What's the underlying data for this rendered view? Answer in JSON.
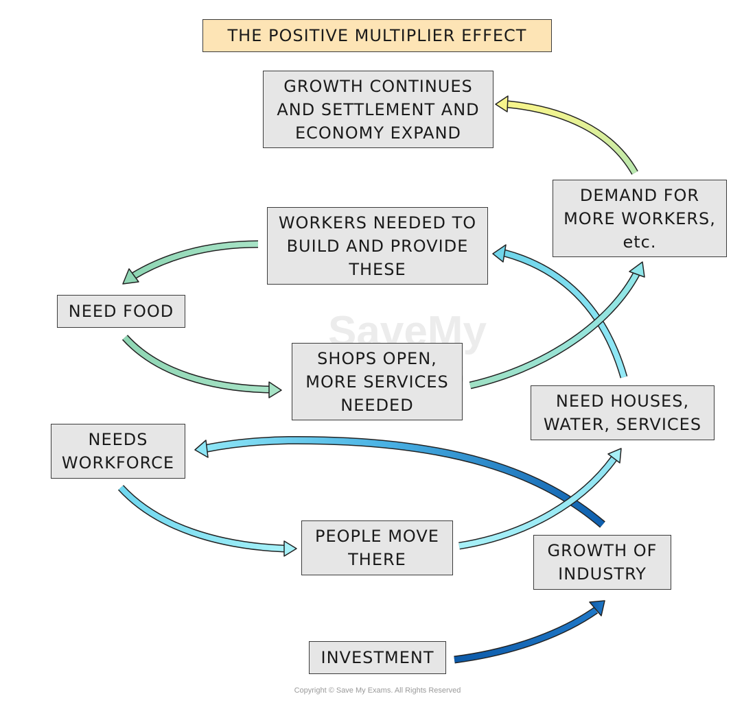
{
  "title": "THE POSITIVE MULTIPLIER EFFECT",
  "watermark": "SaveMy Exams",
  "copyright": "Copyright © Save My Exams. All Rights Reserved",
  "boxes": {
    "growth_continues": "GROWTH CONTINUES\nAND SETTLEMENT AND\nECONOMY EXPAND",
    "demand_workers": "DEMAND FOR\nMORE WORKERS,\netc.",
    "workers_needed": "WORKERS NEEDED TO\nBUILD AND PROVIDE\nTHESE",
    "need_food": "NEED FOOD",
    "shops_open": "SHOPS OPEN,\nMORE SERVICES\nNEEDED",
    "need_houses": "NEED HOUSES,\nWATER, SERVICES",
    "needs_workforce": "NEEDS\nWORKFORCE",
    "people_move": "PEOPLE MOVE\nTHERE",
    "growth_industry": "GROWTH OF\nINDUSTRY",
    "investment": "INVESTMENT"
  },
  "arrow_colors": {
    "dark_blue": "#1565b8",
    "mid_blue": "#3a8fd6",
    "light_cyan": "#8be9f5",
    "light_green": "#9fdcc0",
    "yellow": "#f6f58a"
  }
}
